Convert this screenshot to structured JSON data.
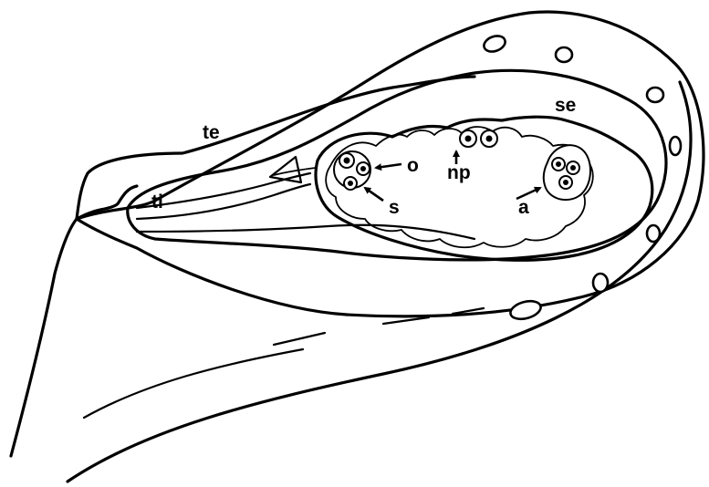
{
  "labels": {
    "te": "te",
    "ti": "ti",
    "se": "se",
    "o": "o",
    "s": "s",
    "np": "np",
    "a": "a"
  }
}
